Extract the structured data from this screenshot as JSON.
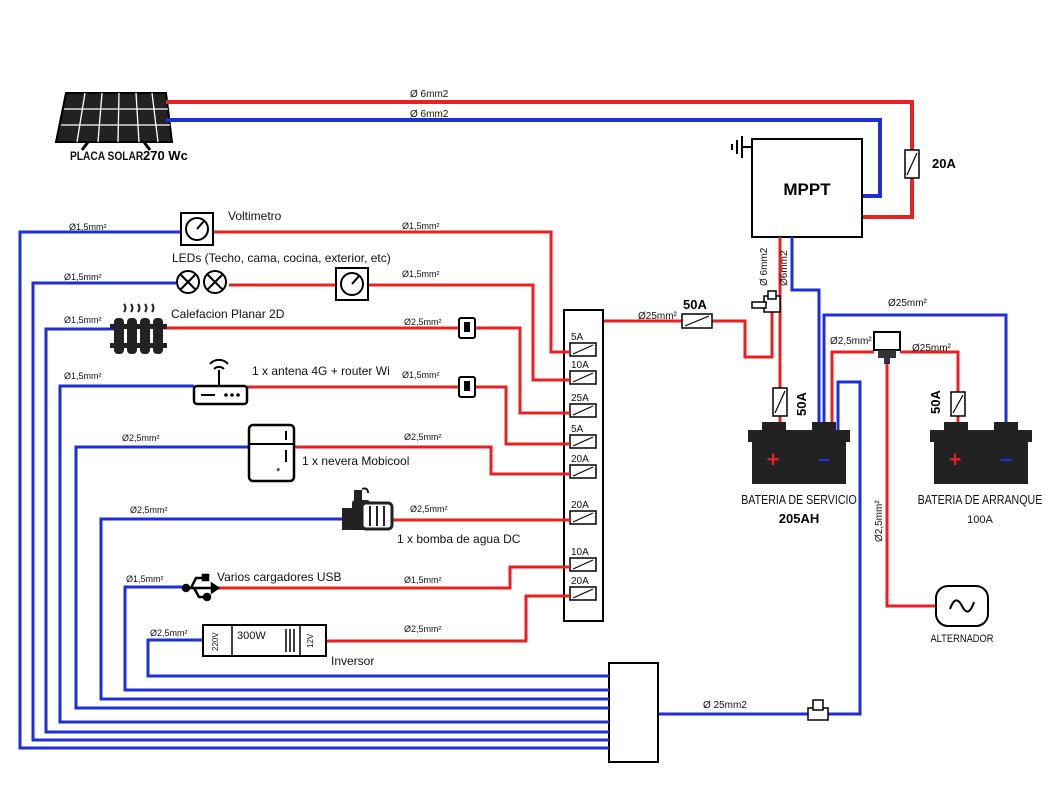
{
  "colors": {
    "positive": "#e8201f",
    "negative": "#1f2fd8",
    "ink": "#111111",
    "background": "#ffffff"
  },
  "solar": {
    "label": "PLACA SOLAR",
    "power": "270 Wc",
    "cable_pos": "Ø 6mm2",
    "cable_neg": "Ø 6mm2"
  },
  "mppt": {
    "label": "MPPT",
    "fuse": "20A",
    "cable_pos": "Ø 6mm2",
    "cable_neg": "Ø6mm2"
  },
  "loads": {
    "voltmeter": {
      "label": "Voltimetro",
      "cable_neg": "Ø1,5mm²",
      "cable_pos": "Ø1,5mm²"
    },
    "leds": {
      "label": "LEDs (Techo, cama, cocina, exterior, etc)",
      "cable_neg": "Ø1,5mm²",
      "cable_pos": "Ø1,5mm²"
    },
    "heater": {
      "label": "Calefacion Planar 2D",
      "cable_neg": "Ø1,5mm²",
      "cable_pos": "Ø2,5mm²"
    },
    "router": {
      "label": "1 x antena 4G + router Wi",
      "cable_neg": "Ø1,5mm²",
      "cable_pos": "Ø1,5mm²"
    },
    "fridge": {
      "label": "1 x nevera Mobicool",
      "cable_neg": "Ø2,5mm²",
      "cable_pos": "Ø2,5mm²"
    },
    "pump": {
      "label": "1 x bomba de agua DC",
      "cable_neg": "Ø2,5mm²",
      "cable_pos": "Ø2,5mm²"
    },
    "usb": {
      "label": "Varios cargadores USB",
      "cable_neg": "Ø1,5mm²",
      "cable_pos": "Ø1,5mm²"
    },
    "inverter": {
      "label": "Inversor",
      "power": "300W",
      "in_label": "12V",
      "out_label": "220V",
      "cable_neg": "Ø2,5mm²",
      "cable_pos": "Ø2,5mm²"
    }
  },
  "fuse_box": {
    "fuses": [
      "5A",
      "10A",
      "25A",
      "5A",
      "20A",
      "20A",
      "10A",
      "20A"
    ]
  },
  "main_feed": {
    "cable": "Ø25mm²",
    "fuse": "50A"
  },
  "service_battery": {
    "label": "BATERIA DE SERVICIO",
    "capacity": "205AH",
    "fuse": "50A",
    "plus": "+",
    "minus": "–"
  },
  "starter_battery": {
    "label": "BATERIA DE ARRANQUE",
    "capacity": "100A",
    "fuse": "50A",
    "plus": "+",
    "minus": "–"
  },
  "relay": {
    "cable_left": "Ø2,5mm²",
    "cable_right": "Ø25mm²",
    "cable_top": "Ø25mm²"
  },
  "alternator": {
    "label": "ALTERNADOR",
    "cable": "Ø2,5mm²"
  },
  "negative_bus": {
    "cable": "Ø 25mm2"
  }
}
